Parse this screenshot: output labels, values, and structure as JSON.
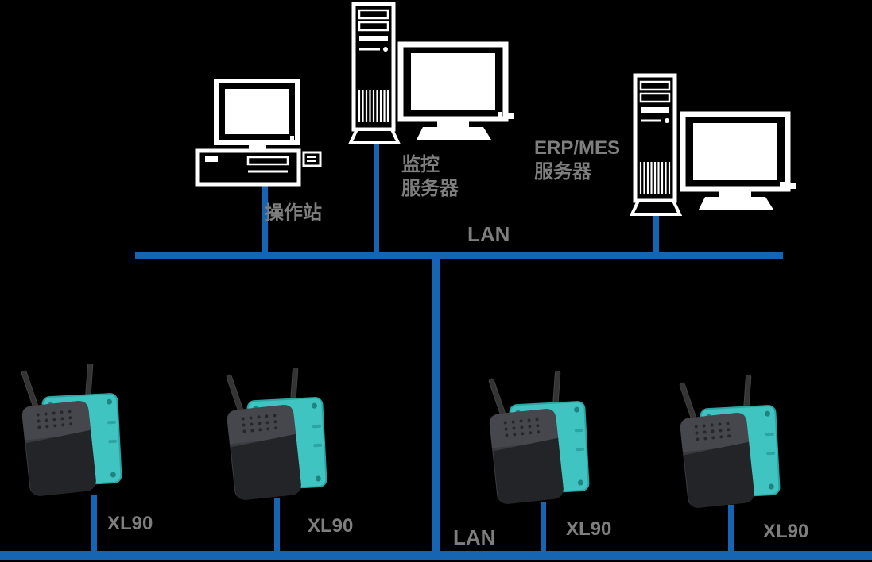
{
  "colors": {
    "background": "#000000",
    "lan_line": "#1565b3",
    "label": "#7e7e7e",
    "computer_lineart": "#ffffff",
    "device_box_teal": "#3fc4c2",
    "device_body_dark": "#3a3b40"
  },
  "nodes": {
    "operator_station": {
      "label": "操作站",
      "icon": "desktop-computer-icon"
    },
    "monitoring_server": {
      "label_line1": "监控",
      "label_line2": "服务器",
      "icon": "tower-server-with-monitor-icon"
    },
    "erp_mes_server": {
      "label_line1": "ERP/MES",
      "label_line2": "服务器",
      "icon": "tower-server-with-monitor-icon"
    }
  },
  "networks": {
    "top_lan": {
      "label": "LAN"
    },
    "bottom_lan": {
      "label": "LAN"
    }
  },
  "devices": [
    {
      "label": "XL90",
      "icon": "wireless-gateway-icon"
    },
    {
      "label": "XL90",
      "icon": "wireless-gateway-icon"
    },
    {
      "label": "XL90",
      "icon": "wireless-gateway-icon"
    },
    {
      "label": "XL90",
      "icon": "wireless-gateway-icon"
    }
  ]
}
